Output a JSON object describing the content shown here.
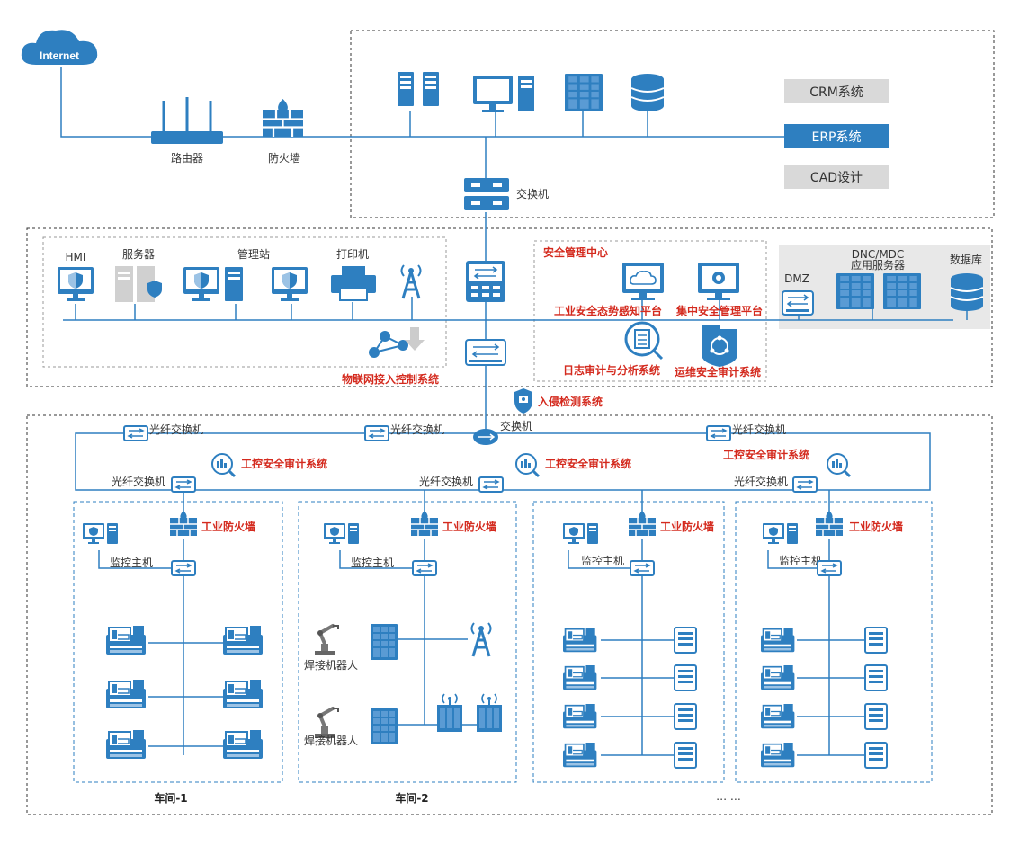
{
  "colors": {
    "primary": "#2e7fc0",
    "dark": "#1f5f97",
    "light": "#dfeaf5",
    "grey": "#d9d9d9",
    "red": "#d42a1e",
    "line": "#2e7fc0"
  },
  "internet": "Internet",
  "router": "路由器",
  "firewall": "防火墙",
  "switch_top": "交换机",
  "systems": {
    "crm": "CRM系统",
    "erp": "ERP系统",
    "cad": "CAD设计"
  },
  "office": {
    "hmi": "HMI",
    "server": "服务器",
    "mgmt": "管理站",
    "printer": "打印机",
    "iot": "物联网接入控制系统"
  },
  "security_center": {
    "title": "安全管理中心",
    "awareness": "工业安全态势感知平台",
    "central": "集中安全管理平台",
    "log": "日志审计与分析系统",
    "ops": "运维安全审计系统"
  },
  "dmz": {
    "label": "DMZ",
    "dnc": "DNC/MDC",
    "app_server": "应用服务器",
    "db": "数据库"
  },
  "ids": "入侵检测系统",
  "switch_mid": "交换机",
  "fiber_switch": "光纤交换机",
  "audit": "工控安全审计系统",
  "ind_firewall": "工业防火墙",
  "monitor_host": "监控主机",
  "weld_robot": "焊接机器人",
  "workshops": {
    "w1": "车间-1",
    "w2": "车间-2",
    "more": "… …"
  }
}
